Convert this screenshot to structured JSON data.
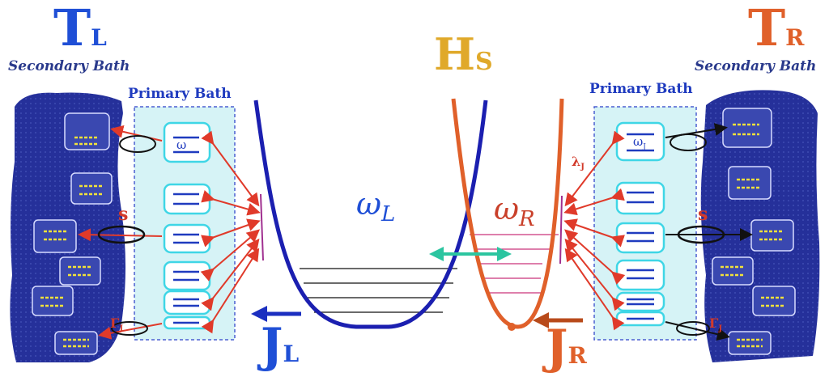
{
  "labels": {
    "t_left": "T",
    "t_left_sub": "L",
    "t_right": "T",
    "t_right_sub": "R",
    "secondary_left": "Secondary Bath",
    "secondary_right": "Secondary Bath",
    "primary_left": "Primary Bath",
    "primary_right": "Primary Bath",
    "hs": "H",
    "hs_sub": "S",
    "omega_left": "ω",
    "omega_left_sub": "L",
    "omega_right": "ω",
    "omega_right_sub": "R",
    "j_left": "J",
    "j_left_sub": "L",
    "j_right": "J",
    "j_right_sub": "R",
    "s_left": "s",
    "s_right": "s",
    "lambda": "λ",
    "lambda_sub": "J",
    "gamma_left": "Γ",
    "gamma_left_sub": "J",
    "gamma_right": "Γ",
    "gamma_right_sub": "J",
    "omega_j_left": "ω",
    "omega_j_right": "ω",
    "omega_j_sub": "J"
  },
  "colors": {
    "left_blue": "#1f4fd6",
    "right_orange": "#e0602a",
    "hs_gold": "#e0a92a",
    "bath_dark": "#25309a",
    "primary_fill": "#d6f3f6",
    "level_cyan": "#3fd6e6",
    "arrow_red": "#e03a2a",
    "teal": "#2bc5a0",
    "magenta": "#c9337a",
    "omega_blue": "#1f4fd6",
    "omega_red": "#c9402a"
  }
}
